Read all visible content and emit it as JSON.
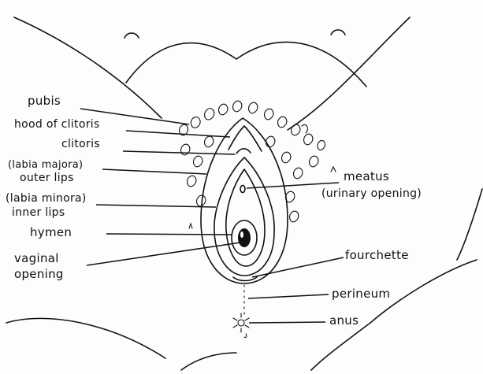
{
  "labels": {
    "pubis": "pubis",
    "hood_of_clitoris": "hood of clitoris",
    "clitoris": "clitoris",
    "labia_majora": "(labia majora)",
    "outer_lips": "outer lips",
    "labia_minora": "(labia minora)",
    "inner_lips": "inner lips",
    "hymen": "hymen",
    "vaginal": "vaginal",
    "opening": "opening",
    "meatus": "meatus",
    "urinary_opening": "(urinary opening)",
    "fourchette": "fourchette",
    "perineum": "perineum",
    "anus": "anus"
  },
  "colors": {
    "ink": "#111111",
    "paper": "#fdfdfb"
  }
}
